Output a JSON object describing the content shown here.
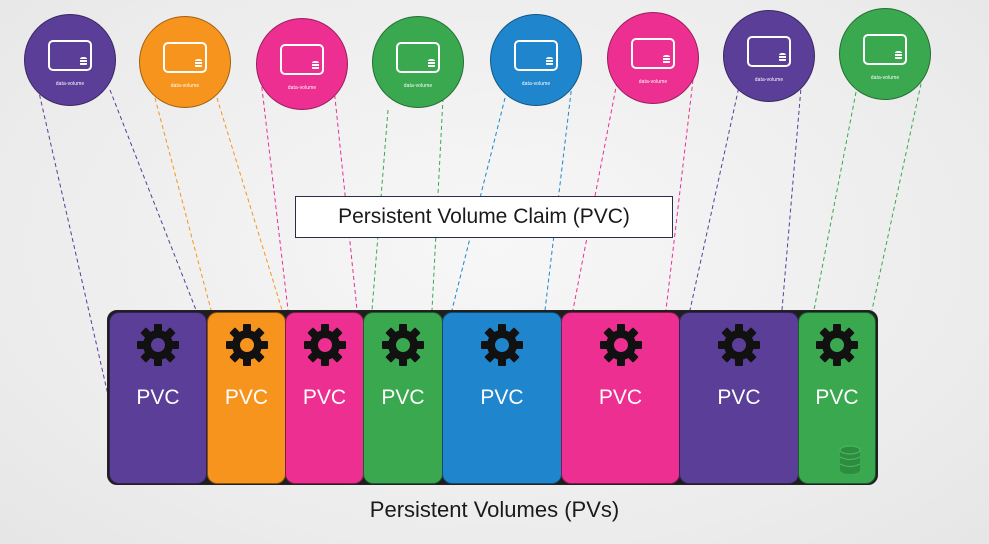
{
  "colors": {
    "purple": "#5a3e97",
    "orange": "#f7941d",
    "pink": "#ec2f90",
    "green": "#3aa84f",
    "blue": "#1f85cc"
  },
  "pods": [
    {
      "color": "purple",
      "volume_label": "data-volume",
      "icon": "monitor-icon"
    },
    {
      "color": "orange",
      "volume_label": "data-volume",
      "icon": "monitor-icon"
    },
    {
      "color": "pink",
      "volume_label": "data-volume",
      "icon": "monitor-icon"
    },
    {
      "color": "green",
      "volume_label": "data-volume",
      "icon": "monitor-icon"
    },
    {
      "color": "blue",
      "volume_label": "data-volume",
      "icon": "monitor-icon"
    },
    {
      "color": "pink",
      "volume_label": "data-volume",
      "icon": "monitor-icon"
    },
    {
      "color": "purple",
      "volume_label": "data-volume",
      "icon": "monitor-icon"
    },
    {
      "color": "green",
      "volume_label": "data-volume",
      "icon": "monitor-icon"
    }
  ],
  "claim_title": "Persistent Volume Claim (PVC)",
  "pvcs": [
    {
      "label": "PVC",
      "color": "purple",
      "icon": "gear-icon"
    },
    {
      "label": "PVC",
      "color": "orange",
      "icon": "gear-icon"
    },
    {
      "label": "PVC",
      "color": "pink",
      "icon": "gear-icon"
    },
    {
      "label": "PVC",
      "color": "green",
      "icon": "gear-icon"
    },
    {
      "label": "PVC",
      "color": "blue",
      "icon": "gear-icon"
    },
    {
      "label": "PVC",
      "color": "pink",
      "icon": "gear-icon"
    },
    {
      "label": "PVC",
      "color": "purple",
      "icon": "gear-icon"
    },
    {
      "label": "PVC",
      "color": "green",
      "icon": "gear-icon"
    }
  ],
  "volumes_title": "Persistent Volumes (PVs)"
}
